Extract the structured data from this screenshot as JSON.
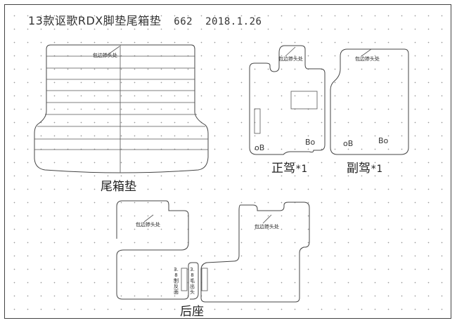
{
  "title": {
    "model": "13款讴歌RDX脚垫尾箱垫",
    "code": "662",
    "date": "2018.1.26"
  },
  "pieces": {
    "trunk": {
      "label": "尾箱垫"
    },
    "driver": {
      "label": "正驾",
      "qty": "*1"
    },
    "passenger": {
      "label": "副驾",
      "qty": "*1"
    },
    "rear": {
      "label": "后座"
    }
  },
  "notes": {
    "edge_wrap": "包边掺头处",
    "rear_left_vertical": "3.8制反面",
    "rear_right_vertical": "3.8毛出头",
    "circle_b": "oB",
    "b_circle": "Bo"
  }
}
